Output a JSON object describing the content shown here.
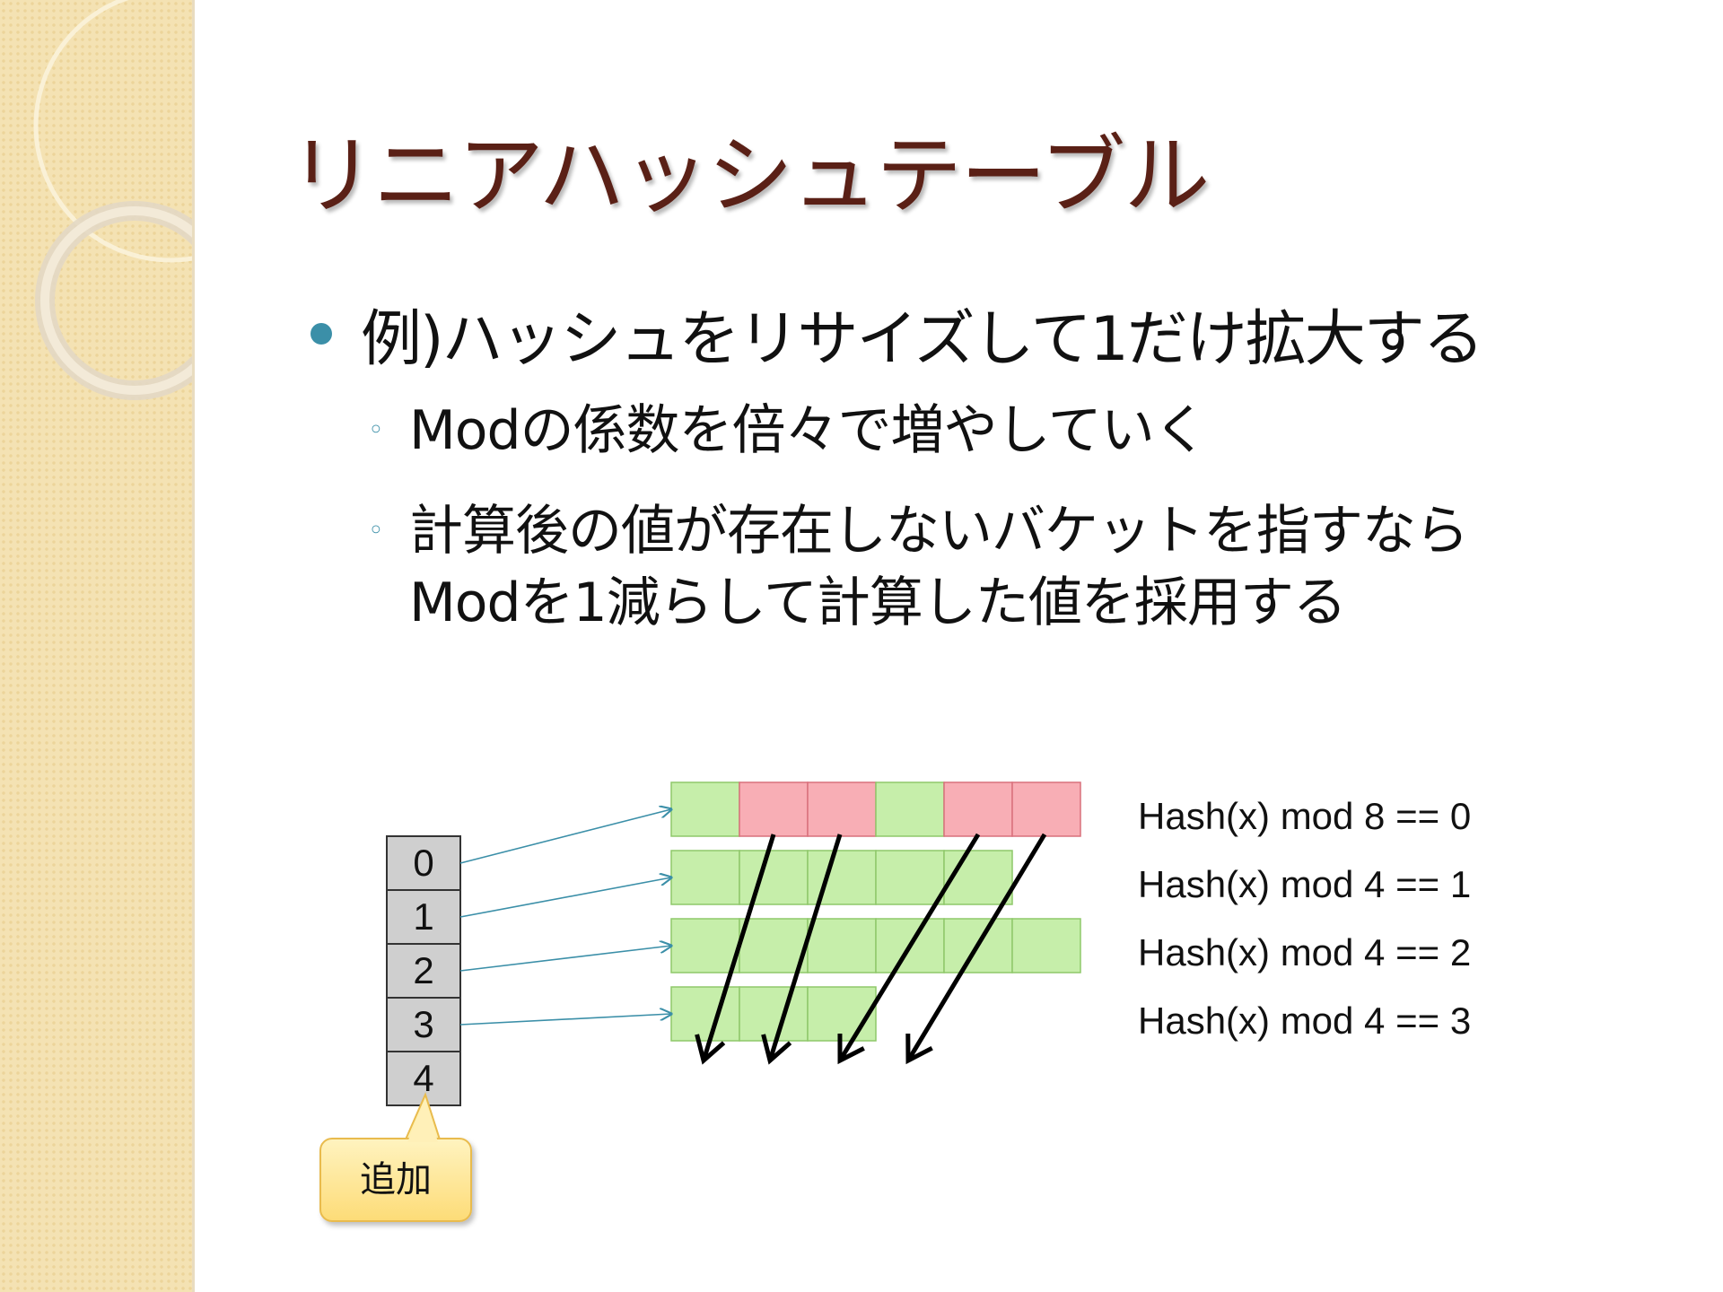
{
  "slide": {
    "title": "リニアハッシュテーブル",
    "bullet": "例)ハッシュをリサイズして1だけ拡大する",
    "sub_marker": "◦",
    "sub_bullets": [
      {
        "lines": [
          "Modの係数を倍々で増やしていく"
        ]
      },
      {
        "lines": [
          "計算後の値が存在しないバケットを指すなら",
          "Modを1減らして計算した値を採用する"
        ]
      }
    ]
  },
  "diagram": {
    "index_cells": [
      "0",
      "1",
      "2",
      "3",
      "4"
    ],
    "callout_label": "追加",
    "bucket_rows": [
      {
        "label": "Hash(x) mod 8 == 0",
        "cells": [
          "green",
          "red",
          "red",
          "green",
          "red",
          "red"
        ]
      },
      {
        "label": "Hash(x) mod 4 == 1",
        "cells": [
          "green",
          "green",
          "green",
          "green",
          "green"
        ]
      },
      {
        "label": "Hash(x) mod 4 == 2",
        "cells": [
          "green",
          "green",
          "green",
          "green",
          "green",
          "green"
        ]
      },
      {
        "label": "Hash(x) mod 4 == 3",
        "cells": [
          "green",
          "green",
          "green"
        ]
      }
    ],
    "colors": {
      "green": "#c6eeaa",
      "green_border": "#8fc86a",
      "red": "#f8aeb5",
      "red_border": "#d9707c",
      "index_cell": "#cfcfcf",
      "pointer_arrow": "#3b8fa8",
      "move_arrow": "#000000"
    }
  }
}
